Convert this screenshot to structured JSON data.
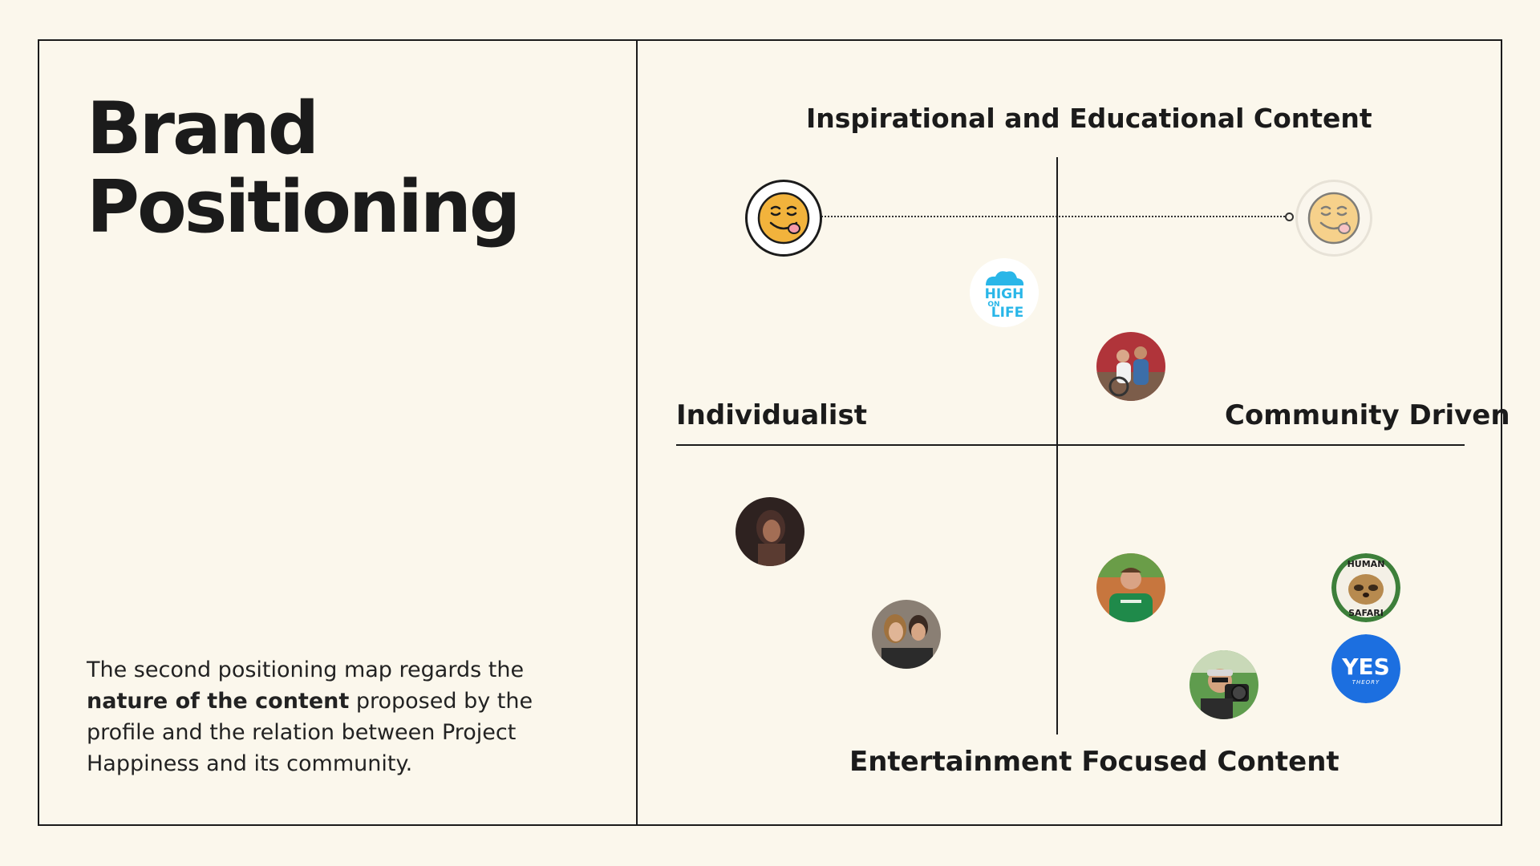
{
  "slide": {
    "title_line1": "Brand",
    "title_line2": "Positioning",
    "description": {
      "part1": "The second positioning map regards the ",
      "bold": "nature of the content",
      "part2": " proposed by the profile and the relation between Project Happiness and its community."
    }
  },
  "map": {
    "axis_top": "Inspirational and Educational Content",
    "axis_bottom": "Entertainment Focused Content",
    "axis_left": "Individualist",
    "axis_right": "Community Driven",
    "markers": [
      {
        "name": "smiley-current",
        "icon": "happy-face-icon"
      },
      {
        "name": "smiley-target",
        "icon": "happy-face-icon"
      }
    ],
    "avatars": [
      {
        "name": "high-on-life-logo",
        "text1": "HIGH",
        "text2": "ON",
        "text3": "LIFE"
      },
      {
        "name": "couple-avatar"
      },
      {
        "name": "woman-avatar"
      },
      {
        "name": "duo-avatar"
      },
      {
        "name": "green-shirt-avatar"
      },
      {
        "name": "human-safari-logo",
        "text1": "HUMAN",
        "text2": "SAFARI"
      },
      {
        "name": "photographer-avatar"
      },
      {
        "name": "yes-theory-logo",
        "text1": "YES",
        "text2": "THEORY"
      }
    ]
  },
  "colors": {
    "background": "#fbf7ec",
    "ink": "#1b1b1b",
    "smiley": "#f2b33c",
    "high_on_life": "#29b6e8",
    "yes_theory": "#1c6fe0"
  }
}
